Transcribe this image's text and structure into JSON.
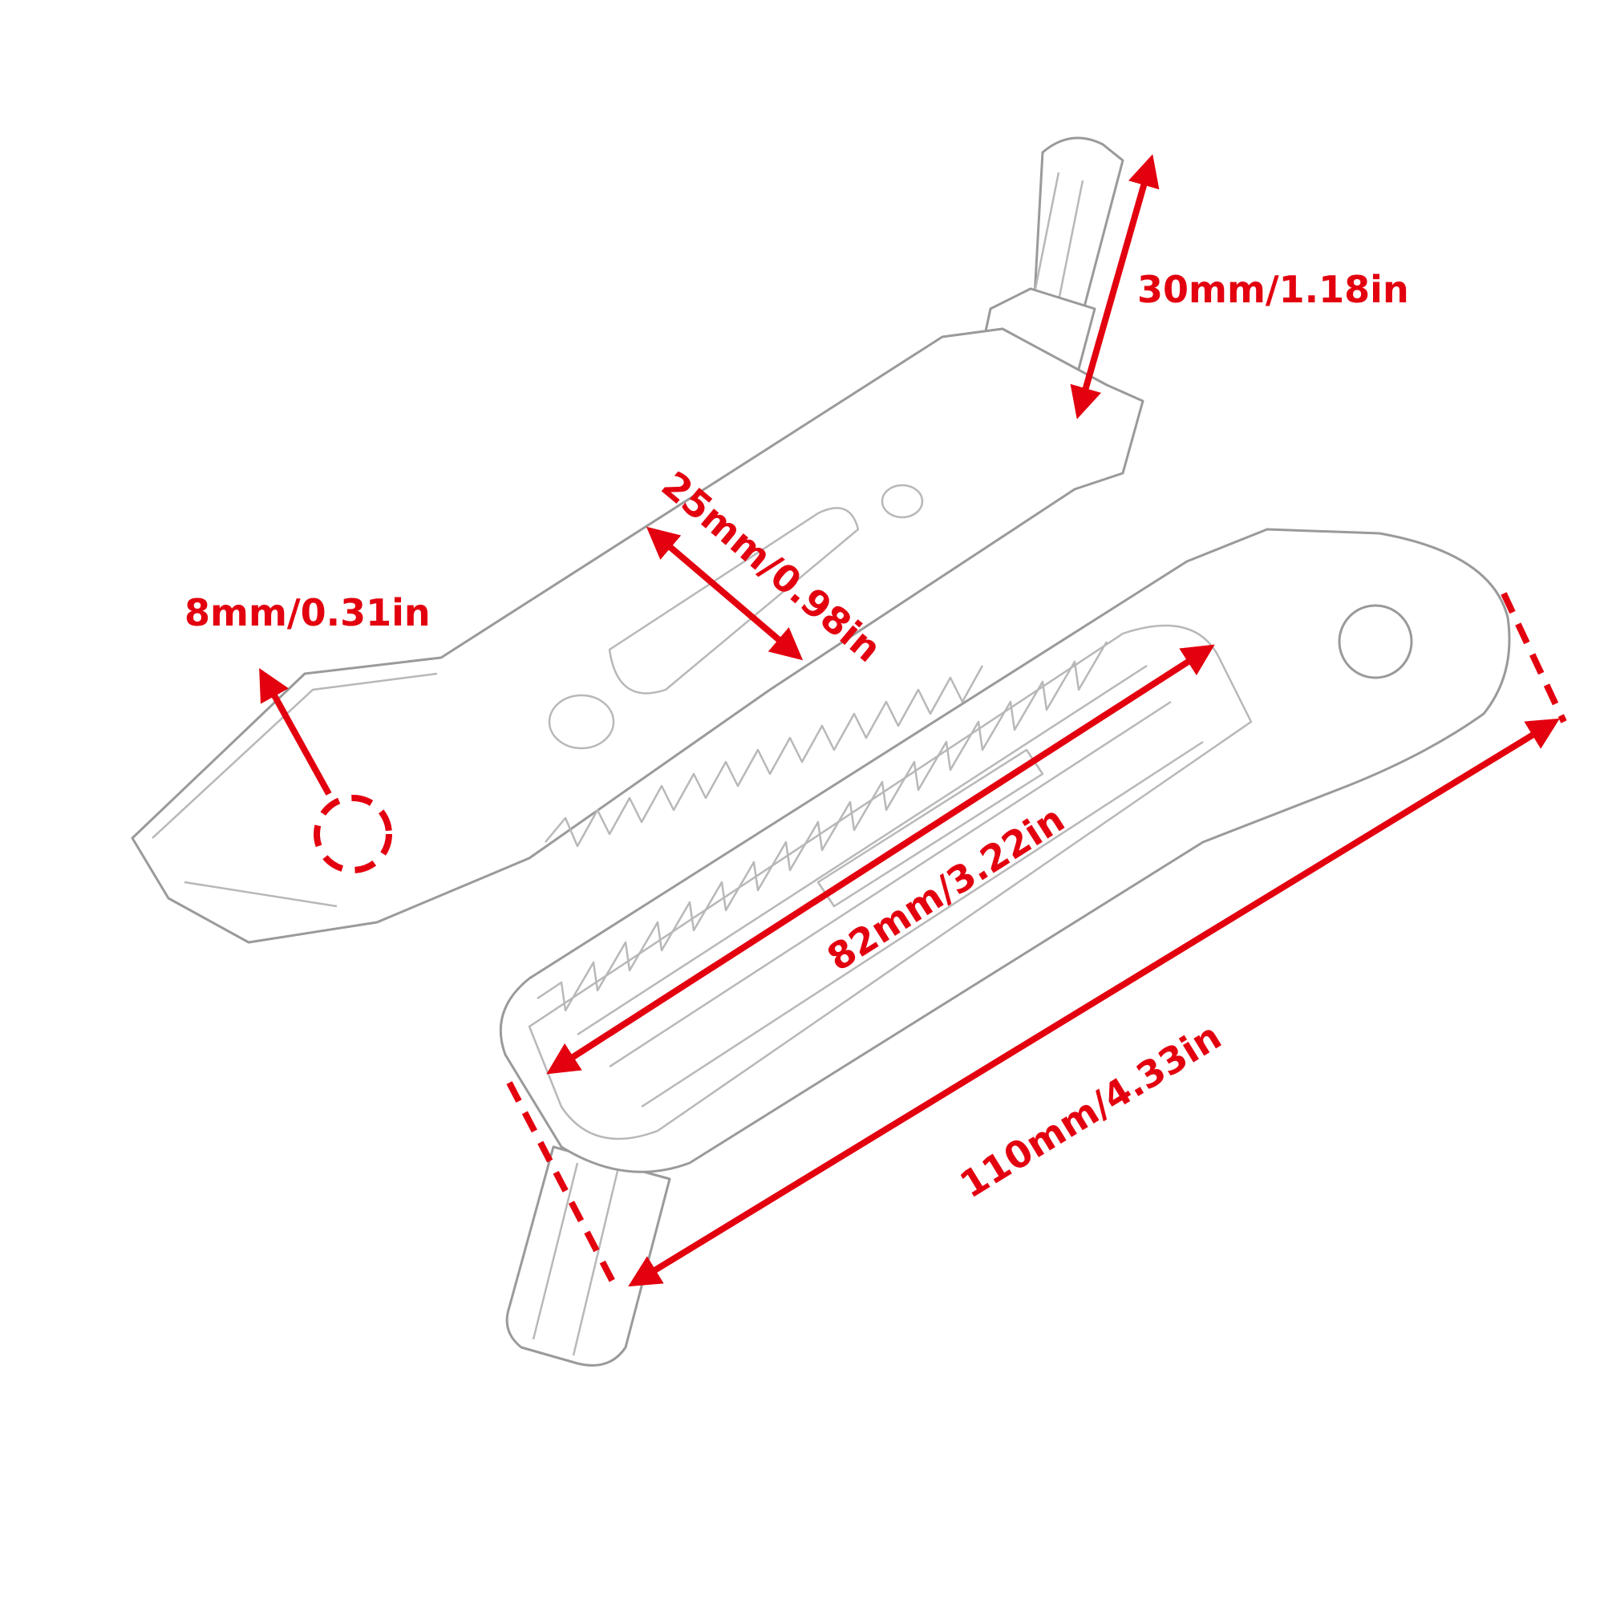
{
  "accent_color": "#e3000f",
  "dimensions": {
    "pin_length": "30mm/1.18in",
    "width": "25mm/0.98in",
    "hole_diameter": "8mm/0.31in",
    "grip_length": "82mm/3.22in",
    "total_length": "110mm/4.33in"
  }
}
